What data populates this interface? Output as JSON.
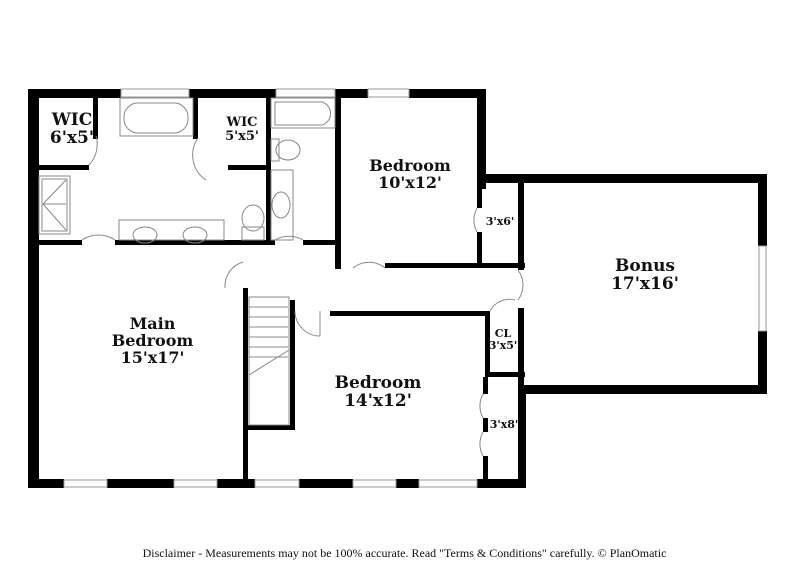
{
  "floorplan": {
    "rooms": [
      {
        "id": "wic-1",
        "name": "WIC",
        "size": "6'x5'"
      },
      {
        "id": "wic-2",
        "name": "WIC",
        "size": "5'x5'"
      },
      {
        "id": "bedroom-2",
        "name": "Bedroom",
        "size": "10'x12'"
      },
      {
        "id": "closet-3x6",
        "name": "",
        "size": "3'x6'"
      },
      {
        "id": "bonus",
        "name": "Bonus",
        "size": "17'x16'"
      },
      {
        "id": "main-bedroom",
        "name_line1": "Main",
        "name_line2": "Bedroom",
        "size": "15'x17'"
      },
      {
        "id": "closet-cl",
        "name": "CL",
        "size": "3'x5'"
      },
      {
        "id": "bedroom-3",
        "name": "Bedroom",
        "size": "14'x12'"
      },
      {
        "id": "closet-3x8",
        "name": "",
        "size": "3'x8'"
      }
    ],
    "colors": {
      "wall": "#000000",
      "fixture": "#888888",
      "background": "#ffffff"
    }
  },
  "footer": {
    "disclaimer": "Disclaimer - Measurements may not be 100% accurate. Read \"Terms & Conditions\" carefully. © PlanOmatic"
  }
}
